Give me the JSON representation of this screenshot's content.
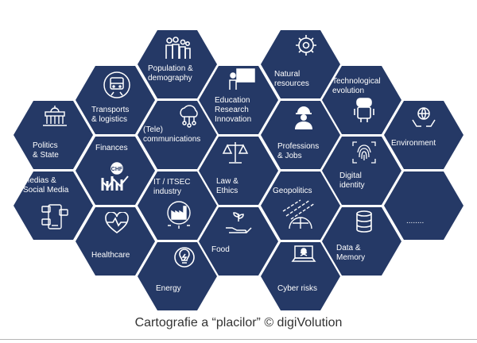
{
  "colors": {
    "hex": "#253966",
    "caption": "#333333",
    "icon": "#ffffff",
    "rule": "#b5b5b5"
  },
  "caption": "Cartografie a “placilor” © digiVolution",
  "tiles": {
    "population": {
      "label": "Population &\ndemography",
      "icon": "people-icon"
    },
    "natural": {
      "label": "Natural\nresources",
      "icon": "gear-leaf-icon"
    },
    "transports": {
      "label": "Transports\n& logistics",
      "icon": "train-icon"
    },
    "education": {
      "label": "Education\nResearch\nInnovation",
      "icon": "teacher-board-icon"
    },
    "technological": {
      "label": "Technological\nevolution",
      "icon": "robot-icon"
    },
    "politics": {
      "label": "Politics\n& State",
      "icon": "government-building-icon"
    },
    "telecom": {
      "label": "(Tele)\ncommunications",
      "icon": "cloud-network-icon"
    },
    "professions": {
      "label": "Professions\n& Jobs",
      "icon": "worker-icon"
    },
    "environment": {
      "label": "Environment",
      "icon": "globe-hands-icon"
    },
    "finances": {
      "label": "Finances",
      "icon": "chf-chart-icon"
    },
    "law": {
      "label": "Law &\nEthics",
      "icon": "scales-icon"
    },
    "digital": {
      "label": "Digital\nidentity",
      "icon": "fingerprint-icon"
    },
    "medias": {
      "label": "Medias &\nSocial Media",
      "icon": "social-media-icon"
    },
    "it": {
      "label": "IT / ITSEC\nindustry",
      "icon": "factory-icon"
    },
    "geopolitics": {
      "label": "Geopolitics",
      "icon": "missiles-icon"
    },
    "more": {
      "label": "........",
      "icon": ""
    },
    "healthcare": {
      "label": "Healthcare",
      "icon": "heart-pulse-icon"
    },
    "food": {
      "label": "Food",
      "icon": "hand-plant-icon"
    },
    "data": {
      "label": "Data &\nMemory",
      "icon": "database-icon"
    },
    "energy": {
      "label": "Energy",
      "icon": "lightbulb-icon"
    },
    "cyber": {
      "label": "Cyber risks",
      "icon": "hacker-laptop-icon"
    }
  }
}
